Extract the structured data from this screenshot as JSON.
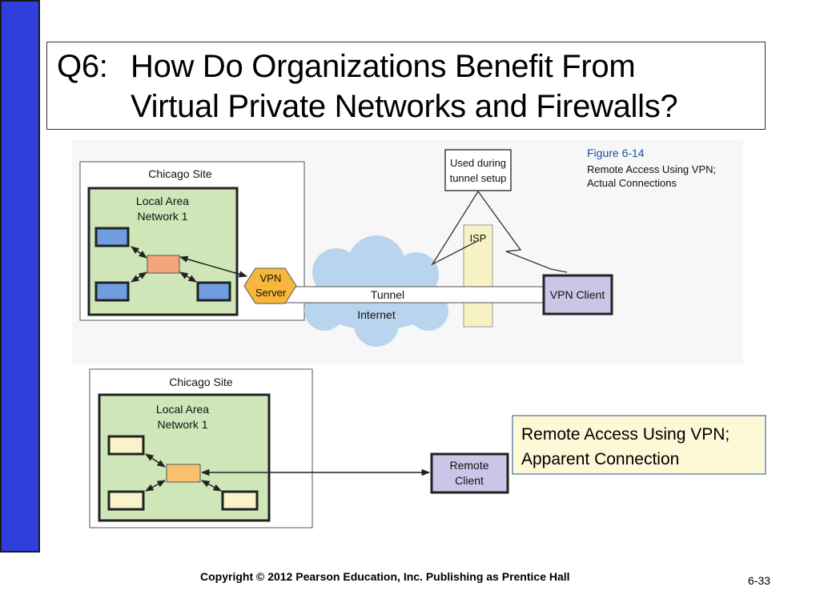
{
  "title": {
    "q": "Q6:",
    "line1": "How Do Organizations Benefit From",
    "line2": "Virtual Private Networks and Firewalls?"
  },
  "figure_caption": {
    "number": "Figure 6-14",
    "line1": "Remote Access Using VPN;",
    "line2": "Actual Connections"
  },
  "actual": {
    "site_label": "Chicago Site",
    "lan_line1": "Local Area",
    "lan_line2": "Network 1",
    "vpn_server_line1": "VPN",
    "vpn_server_line2": "Server",
    "tunnel_label": "Tunnel",
    "internet_label": "Internet",
    "isp_label": "ISP",
    "callout_line1": "Used during",
    "callout_line2": "tunnel setup",
    "vpn_client_label": "VPN Client"
  },
  "apparent": {
    "site_label": "Chicago Site",
    "lan_line1": "Local Area",
    "lan_line2": "Network 1",
    "remote_line1": "Remote",
    "remote_line2": "Client",
    "note_line1": "Remote Access Using VPN;",
    "note_line2": "Apparent Connection"
  },
  "footer": "Copyright © 2012 Pearson Education, Inc. Publishing as Prentice Hall",
  "page_number": "6-33",
  "colors": {
    "side_bar": "#2f3fde",
    "lan_fill": "#cfe6b8",
    "hub": "#f4a67a",
    "hub_apparent": "#f7c26b",
    "computer_blue": "#6e9de0",
    "computer_cream": "#f8f3c8",
    "vpn_hex": "#f6b73c",
    "cloud": "#b9d4ee",
    "client_fill": "#c9c6e8",
    "isp_fill": "#f7f2c4",
    "note_fill": "#fdf8d6",
    "figure_blue": "#1f4f9e"
  }
}
